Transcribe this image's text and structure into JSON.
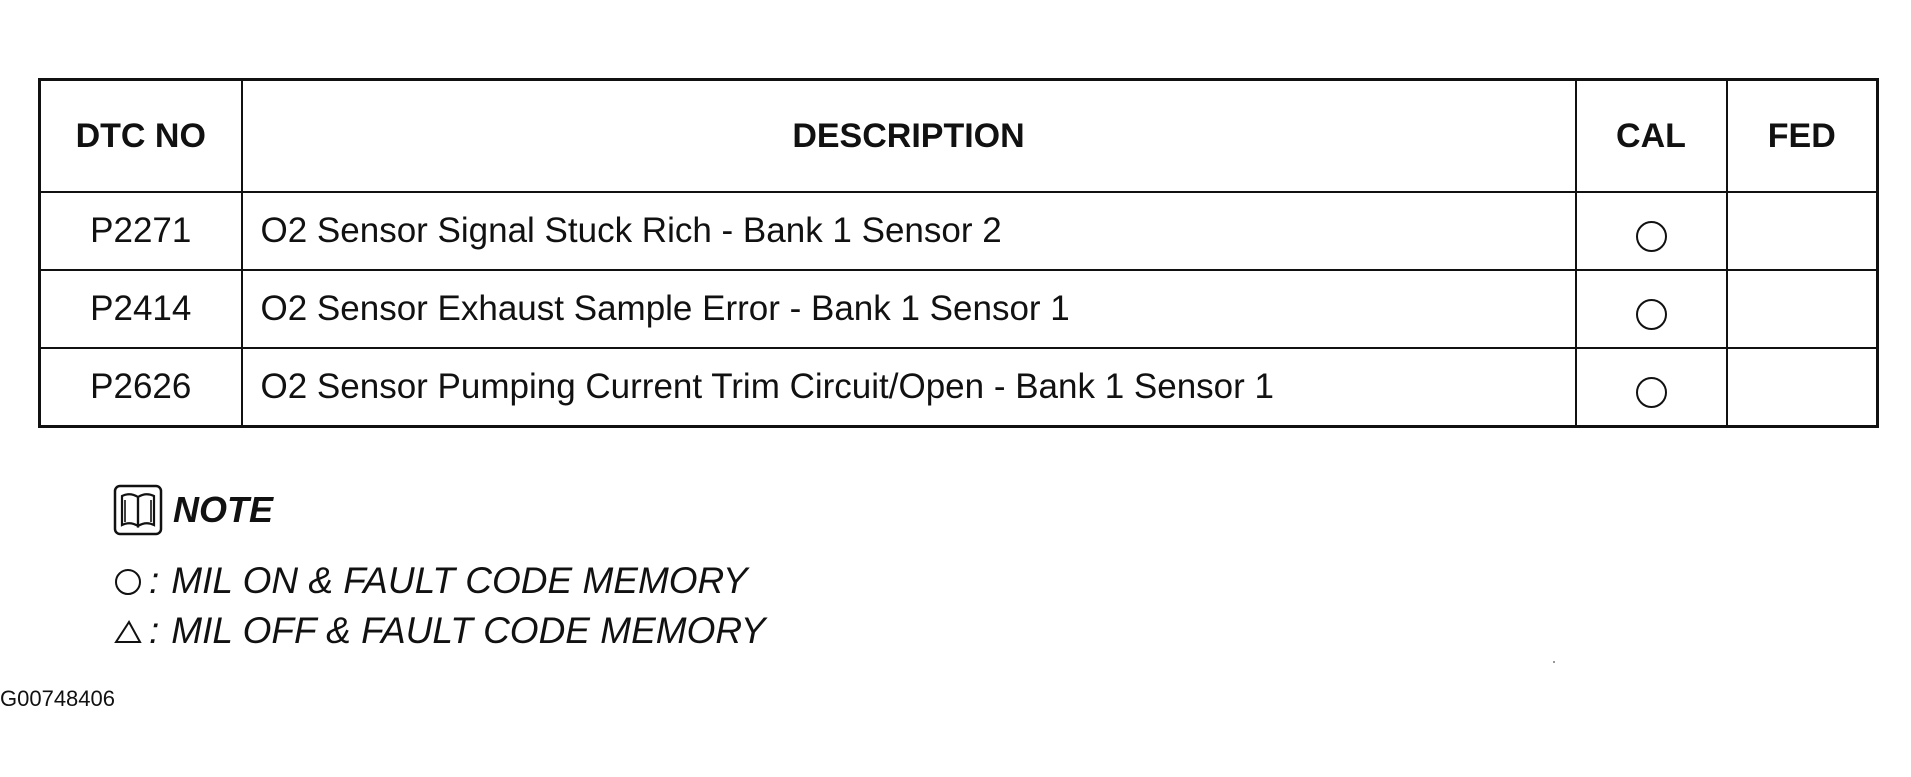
{
  "table": {
    "headers": {
      "code": "DTC NO",
      "description": "DESCRIPTION",
      "cal": "CAL",
      "fed": "FED"
    },
    "rows": [
      {
        "code": "P2271",
        "description": "O2 Sensor Signal Stuck Rich - Bank 1 Sensor 2",
        "cal": "circle",
        "fed": ""
      },
      {
        "code": "P2414",
        "description": "O2 Sensor Exhaust Sample Error - Bank 1 Sensor 1",
        "cal": "circle",
        "fed": ""
      },
      {
        "code": "P2626",
        "description": "O2 Sensor Pumping Current Trim Circuit/Open - Bank 1 Sensor 1",
        "cal": "circle",
        "fed": ""
      }
    ]
  },
  "note": {
    "icon": "book-icon",
    "title": "NOTE",
    "legend": [
      {
        "symbol": "circle-icon",
        "separator": ":",
        "text": "MIL ON & FAULT CODE MEMORY"
      },
      {
        "symbol": "triangle-icon",
        "separator": ":",
        "text": "MIL OFF & FAULT CODE MEMORY"
      }
    ]
  },
  "figure_id": "G00748406"
}
